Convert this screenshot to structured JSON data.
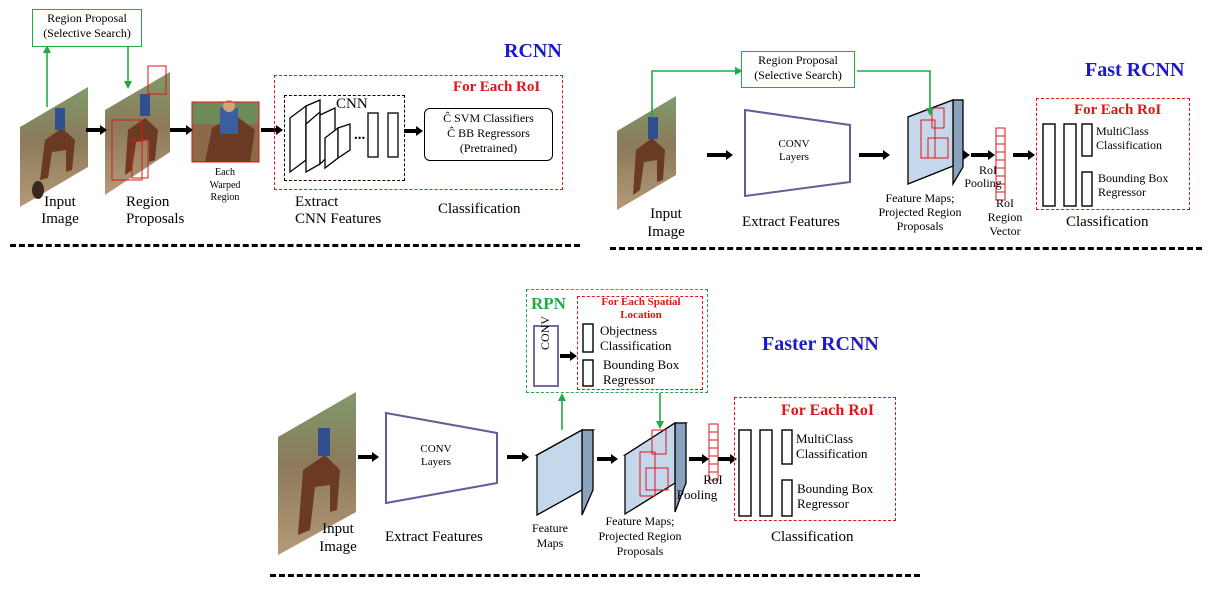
{
  "colors": {
    "title_blue": "#1a1acc",
    "roi_red": "#e01515",
    "rpn_green": "#22aa44",
    "fm_fill": "#c5d7ea",
    "conv_purple": "#6a5a9a"
  },
  "rcnn": {
    "title": "RCNN",
    "region_proposal": [
      "Region Proposal",
      "(Selective Search)"
    ],
    "input_image": [
      "Input",
      "Image"
    ],
    "region_proposals": [
      "Region",
      "Proposals"
    ],
    "warped": [
      "Each",
      "Warped",
      "Region"
    ],
    "cnn": "CNN",
    "dots": "...",
    "extract": [
      "Extract",
      "CNN Features"
    ],
    "for_each_roi": "For Each RoI",
    "classifier_lines": [
      "Ĉ SVM Classifiers",
      "Ĉ BB Regressors",
      "(Pretrained)"
    ],
    "classification": "Classification"
  },
  "fast": {
    "title": "Fast RCNN",
    "region_proposal": [
      "Region Proposal",
      "(Selective Search)"
    ],
    "input_image": [
      "Input",
      "Image"
    ],
    "conv": [
      "CONV",
      "Layers"
    ],
    "extract": "Extract Features",
    "feature_maps": [
      "Feature Maps;",
      "Projected Region",
      "Proposals"
    ],
    "roi_pooling": [
      "RoI",
      "Pooling"
    ],
    "roi_vector": [
      "RoI",
      "Region",
      "Vector"
    ],
    "for_each_roi": "For Each RoI",
    "multiclass": [
      "MultiClass",
      "Classification"
    ],
    "bbox": [
      "Bounding Box",
      "Regressor"
    ],
    "classification": "Classification"
  },
  "faster": {
    "title": "Faster RCNN",
    "rpn": "RPN",
    "conv_vertical": "CONV",
    "for_each_spatial": [
      "For Each Spatial",
      "Location"
    ],
    "objectness": [
      "Objectness",
      "Classification"
    ],
    "bbox_rpn": [
      "Bounding Box",
      "Regressor"
    ],
    "input_image": [
      "Input",
      "Image"
    ],
    "conv": [
      "CONV",
      "Layers"
    ],
    "extract": "Extract Features",
    "feature_maps_only": [
      "Feature",
      "Maps"
    ],
    "feature_maps": [
      "Feature Maps;",
      "Projected Region",
      "Proposals"
    ],
    "roi_pooling": [
      "RoI",
      "Pooling"
    ],
    "for_each_roi": "For Each RoI",
    "multiclass": [
      "MultiClass",
      "Classification"
    ],
    "bbox": [
      "Bounding Box",
      "Regressor"
    ],
    "classification": "Classification"
  }
}
